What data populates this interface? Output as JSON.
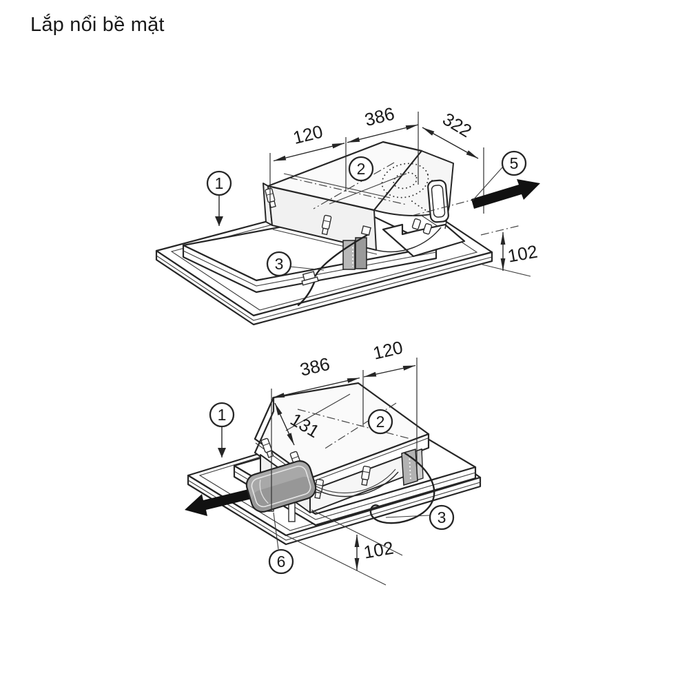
{
  "title": "Lắp nổi bề mặt",
  "figures": {
    "top": {
      "name": "surface-mount-exhaust-rear",
      "callouts": {
        "c1": "1",
        "c2": "2",
        "c3": "3",
        "c5": "5"
      },
      "dims": {
        "d120": "120",
        "d386": "386",
        "d322": "322",
        "d102": "102"
      },
      "arrow_direction": "right"
    },
    "bottom": {
      "name": "surface-mount-exhaust-front",
      "callouts": {
        "c1": "1",
        "c2": "2",
        "c3": "3",
        "c6": "6"
      },
      "dims": {
        "d386": "386",
        "d120": "120",
        "d131": "131",
        "d102": "102"
      },
      "arrow_direction": "left"
    }
  },
  "colors": {
    "line": "#262626",
    "duct_gray": "#a8a8a8",
    "duct_shade": "#8c8c8c",
    "plug_gray_light": "#b8b8b8",
    "plug_gray_dark": "#9a9a9a",
    "arrow_black": "#111111",
    "background": "#ffffff"
  }
}
